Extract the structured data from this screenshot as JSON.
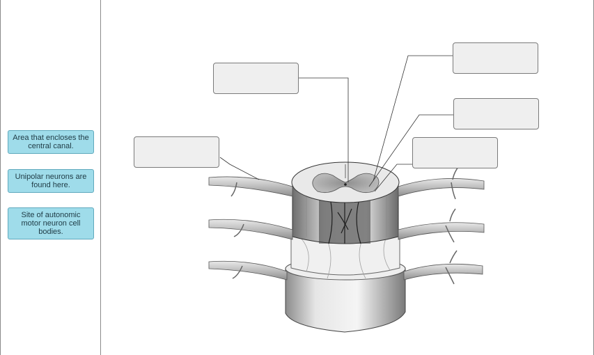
{
  "palette": {
    "terms": [
      {
        "label": "Area that encloses the central canal."
      },
      {
        "label": "Unipolar neurons are found here."
      },
      {
        "label": "Site of autonomic motor neuron cell bodies."
      }
    ]
  },
  "workspace": {
    "drop_zones": [
      {
        "label": ""
      },
      {
        "label": ""
      },
      {
        "label": ""
      },
      {
        "label": ""
      },
      {
        "label": ""
      }
    ]
  },
  "colors": {
    "term_fill": "#9fdcea",
    "drop_fill": "#efefef"
  }
}
